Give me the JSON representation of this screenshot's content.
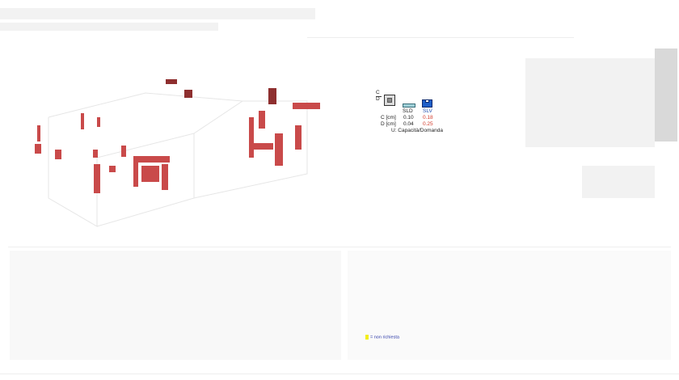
{
  "legend": {
    "c_symbol": "C",
    "d_symbol": "D",
    "sld_label": "SLD",
    "slv_label": "SLV",
    "row_c_label": "C [cm]",
    "row_c_sld": "0.10",
    "row_c_slv": "0.18",
    "row_d_label": "D [cm]",
    "row_d_sld": "0.04",
    "row_d_slv": "0.25",
    "footnote": "U: Capacità/Domanda",
    "icon_box": "section-box-icon",
    "icon_sld": "sld-limit-icon",
    "icon_slv": "slv-limit-icon"
  },
  "status_note": {
    "text": "= non richiesta",
    "swatch_color": "#f3ee1a"
  },
  "colors": {
    "element_highlight": "#c94a4a",
    "element_dark": "#8e2f2f",
    "sld": "#9fd0d8",
    "slv": "#1f5fc8",
    "slv_value": "#d23a2a"
  }
}
